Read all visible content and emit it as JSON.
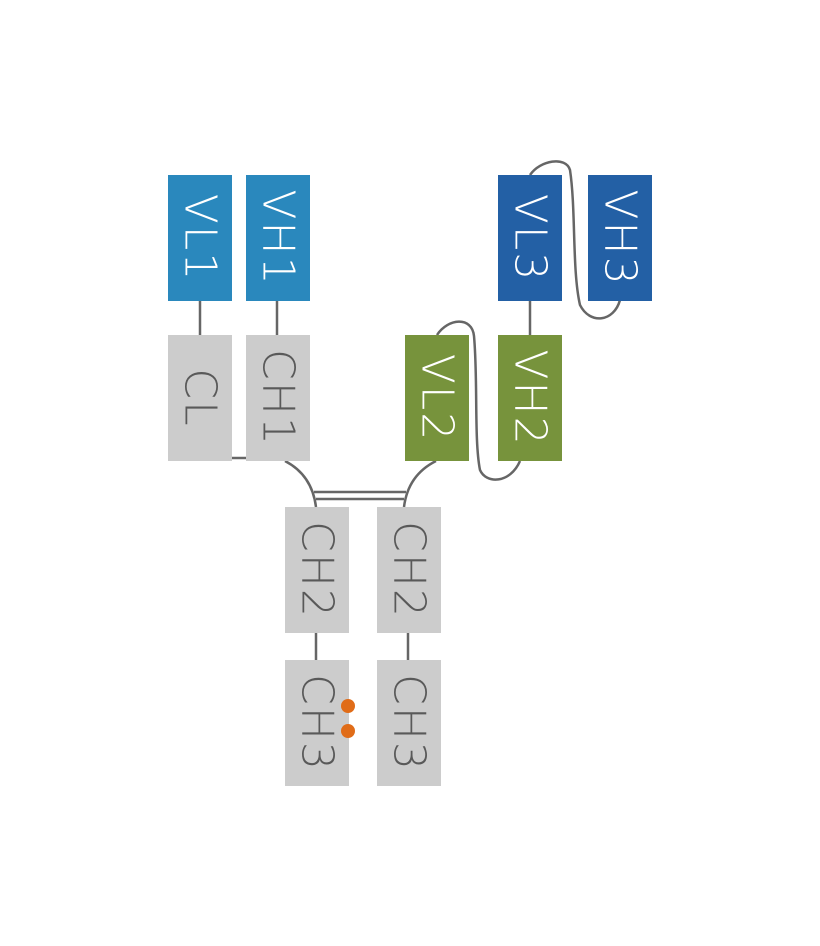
{
  "colors": {
    "constant_domain": "#cccccc",
    "constant_text": "#595959",
    "variable_1": "#2a88bd",
    "variable_2": "#77933c",
    "variable_3": "#2360a5",
    "variable_text": "#ffffff",
    "linker": "#666666",
    "knob_hole": "#e06c18"
  },
  "domains": {
    "vl1": "VL1",
    "vh1": "VH1",
    "cl": "CL",
    "ch1": "CH1",
    "vl2": "VL2",
    "vh2": "VH2",
    "vl3": "VL3",
    "vh3": "VH3",
    "ch2_left": "CH2",
    "ch2_right": "CH2",
    "ch3_left": "CH3",
    "ch3_right": "CH3"
  },
  "mutations": [
    {
      "icon": "dot-icon",
      "domain": "ch3_left"
    },
    {
      "icon": "dot-icon",
      "domain": "ch3_left"
    }
  ]
}
